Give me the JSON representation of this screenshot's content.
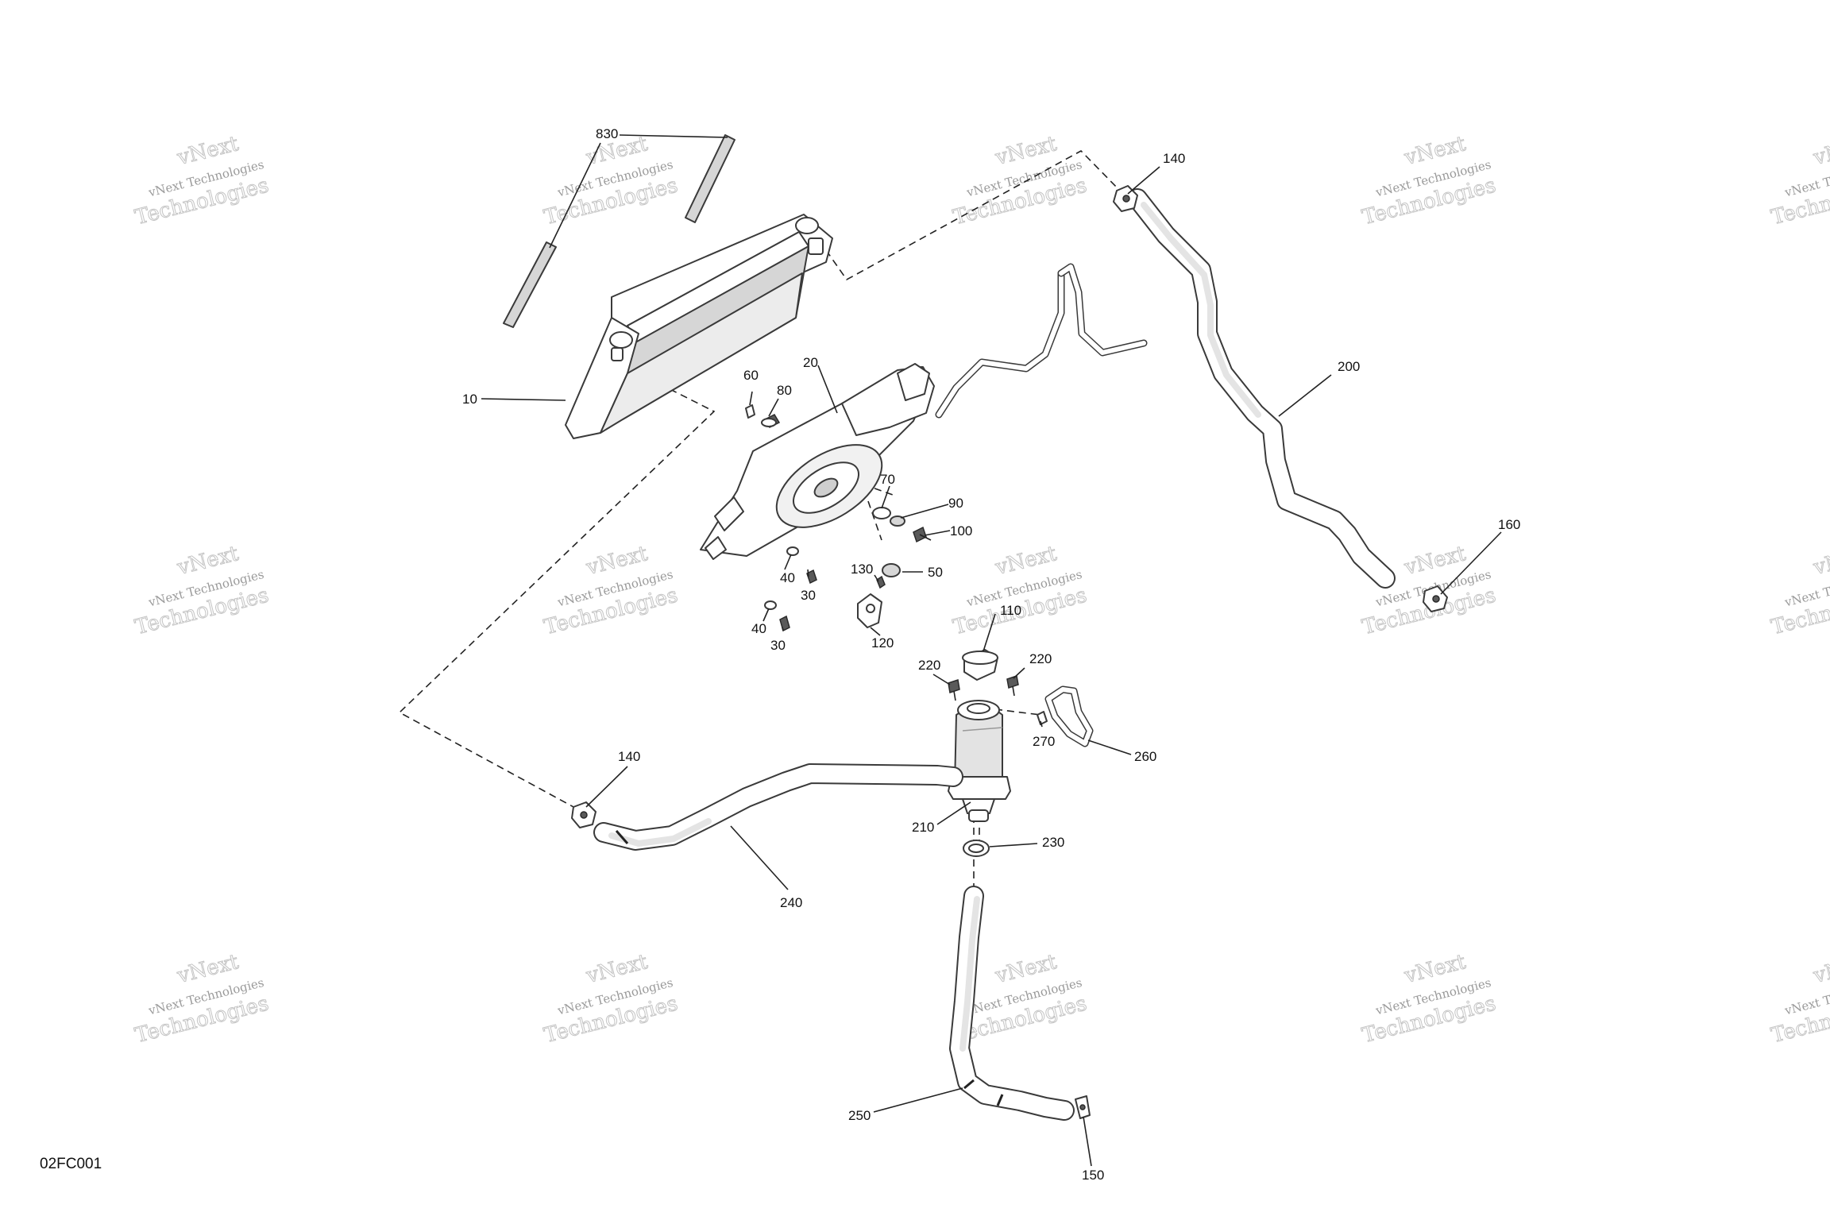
{
  "figure_code": "02FC001",
  "watermark": {
    "line1": "vNext Technologies",
    "line2": "Technologies",
    "line3": "vNext"
  },
  "callouts": {
    "c830": "830",
    "c10": "10",
    "c20": "20",
    "c60": "60",
    "c80": "80",
    "c70": "70",
    "c90": "90",
    "c100": "100",
    "c40a": "40",
    "c30a": "30",
    "c40b": "40",
    "c30b": "30",
    "c130": "130",
    "c50": "50",
    "c120": "120",
    "c110": "110",
    "c220a": "220",
    "c220b": "220",
    "c270": "270",
    "c260": "260",
    "c210": "210",
    "c230": "230",
    "c240": "240",
    "c140a": "140",
    "c140b": "140",
    "c200": "200",
    "c160": "160",
    "c250": "250",
    "c150": "150"
  }
}
